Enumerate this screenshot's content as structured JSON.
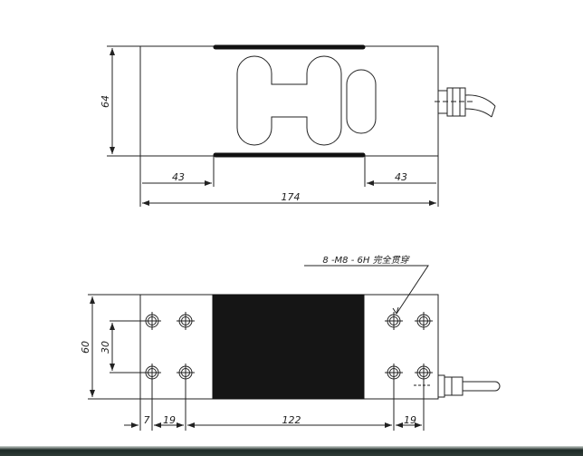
{
  "top_view": {
    "dims": {
      "height": "64",
      "left_offset": "43",
      "right_offset": "43",
      "length": "174"
    }
  },
  "bottom_view": {
    "dims": {
      "width": "60",
      "hole_spacing_v": "30",
      "edge": "7",
      "hole_spacing_left": "19",
      "center": "122",
      "hole_spacing_right": "19"
    },
    "callout": "8 -M8 - 6H 完全贯穿"
  },
  "colors": {
    "line": "#222222",
    "fill_black": "#111111"
  }
}
